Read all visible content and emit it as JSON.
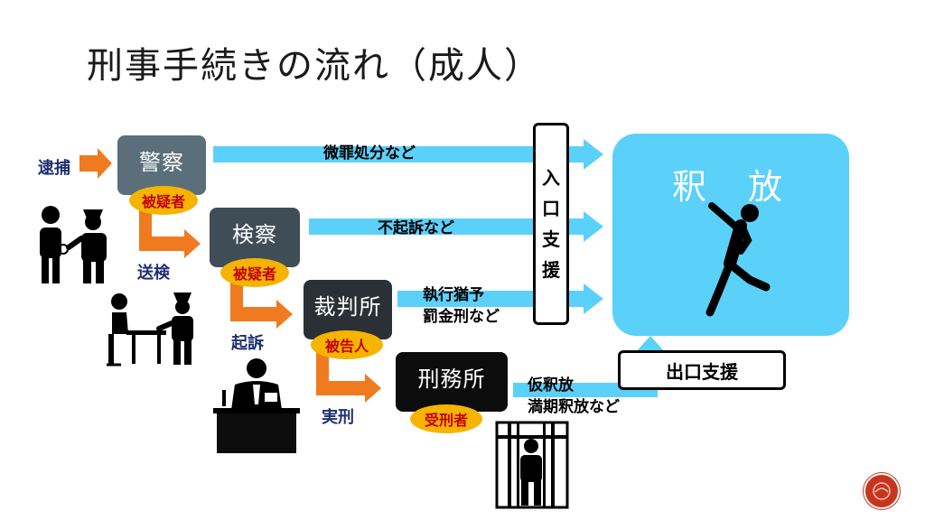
{
  "title": "刑事手続きの流れ（成人）",
  "stages": {
    "police": {
      "label": "警察",
      "badge": "被疑者"
    },
    "prosecutor": {
      "label": "検察",
      "badge": "被疑者"
    },
    "court": {
      "label": "裁判所",
      "badge": "被告人"
    },
    "prison": {
      "label": "刑務所",
      "badge": "受刑者"
    }
  },
  "flow_labels": {
    "arrest": "逮捕",
    "send": "送検",
    "indict": "起訴",
    "sentence": "実刑"
  },
  "exit_labels": {
    "police": "微罪処分など",
    "prosecutor": "不起訴など",
    "court_line1": "執行猶予",
    "court_line2": "罰金刑など",
    "prison_line1": "仮釈放",
    "prison_line2": "満期釈放など"
  },
  "entry_support": [
    "入",
    "口",
    "支",
    "援"
  ],
  "exit_support": "出口支援",
  "release": "釈放",
  "colors": {
    "accent_blue": "#5bd1fa",
    "orange": "#f07a1f",
    "badge_yellow": "#f6b400",
    "badge_text": "#c00000",
    "label_navy": "#1f2f73",
    "police_box": "#5a6f7a",
    "prosecutor_box": "#3f4d56",
    "court_box": "#2b3036",
    "prison_box": "#0c0c0c"
  },
  "icons": [
    "police-officer-arrest-icon",
    "interrogation-icon",
    "judge-icon",
    "prisoner-icon",
    "jumping-person-icon",
    "slide-logo-icon"
  ]
}
